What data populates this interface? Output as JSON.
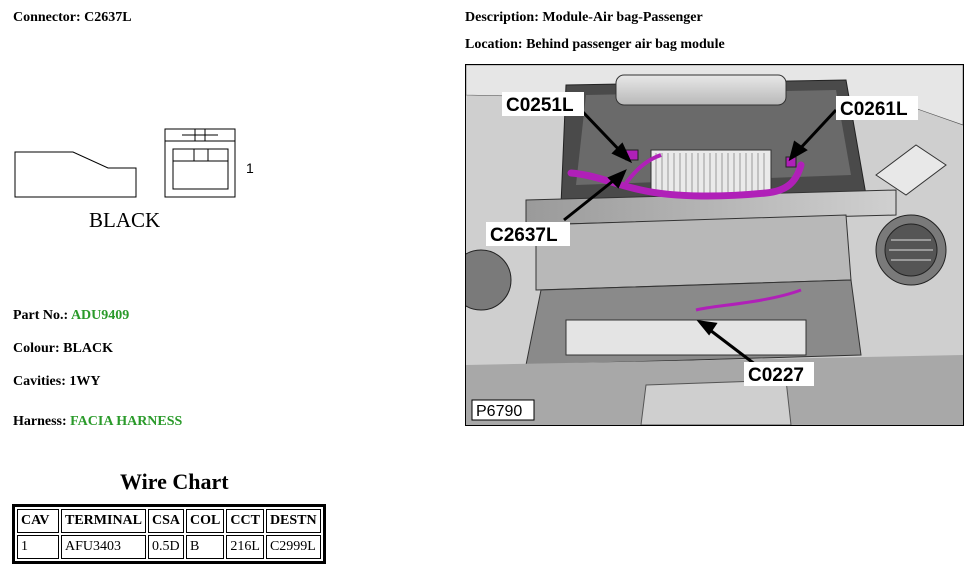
{
  "connector": {
    "label": "Connector:",
    "value": "C2637L"
  },
  "description": {
    "label": "Description:",
    "value": "Module-Air bag-Passenger"
  },
  "location": {
    "label": "Location:",
    "value": "Behind passenger air bag module"
  },
  "connector_diagram": {
    "color_label": "BLACK",
    "pin_label": "1"
  },
  "part_no": {
    "label": "Part No.:",
    "value": "ADU9409"
  },
  "colour": {
    "label": "Colour:",
    "value": "BLACK"
  },
  "cavities": {
    "label": "Cavities:",
    "value": "1WY"
  },
  "harness": {
    "label": "Harness:",
    "value": "FACIA HARNESS"
  },
  "wire_chart": {
    "title": "Wire Chart",
    "headers": [
      "CAV",
      "TERMINAL",
      "CSA",
      "COL",
      "CCT",
      "DESTN"
    ],
    "rows": [
      [
        "1",
        "AFU3403",
        "0.5D",
        "B",
        "216L",
        "C2999L"
      ]
    ]
  },
  "photo": {
    "callouts": [
      "C0251L",
      "C0261L",
      "C2637L",
      "C0227"
    ],
    "reference": "P6790"
  },
  "colors": {
    "accent_green": "#2a9a2a",
    "harness_purple": "#b020b8"
  }
}
